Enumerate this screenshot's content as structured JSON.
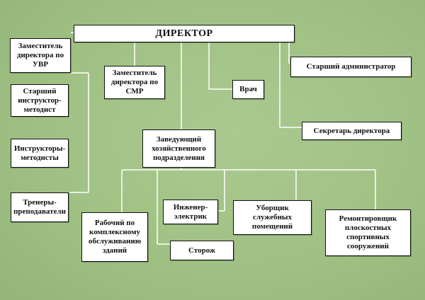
{
  "director": "ДИРЕКТОР",
  "deputy_uvr": "Заместитель\nдиректора по\nУВР",
  "deputy_smr": "Заместитель\nдиректора по\nСМР",
  "doctor": "Врач",
  "senior_admin": "Старший администратор",
  "secretary": "Секретарь директора",
  "senior_methodist": "Старший\nинструктор-\nметодист",
  "methodists": "Инструкторы-\nметодисты",
  "coaches": "Тренеры-\nпреподаватели",
  "head_household": "Заведующий\nхозяйственного\nподразделения",
  "worker": "Рабочий по\nкомплексному\nобслуживанию\nзданий",
  "electrician": "Инженер-\nэлектрик",
  "guard": "Сторож",
  "cleaner": "Уборщик\nслужебных\nпомещений",
  "repairer": "Ремонтировщик\nплоскостных\nспортивных\nсооружений",
  "colors": {
    "background": "#a0c184",
    "box": "#ffffff",
    "line": "#ffffff"
  }
}
